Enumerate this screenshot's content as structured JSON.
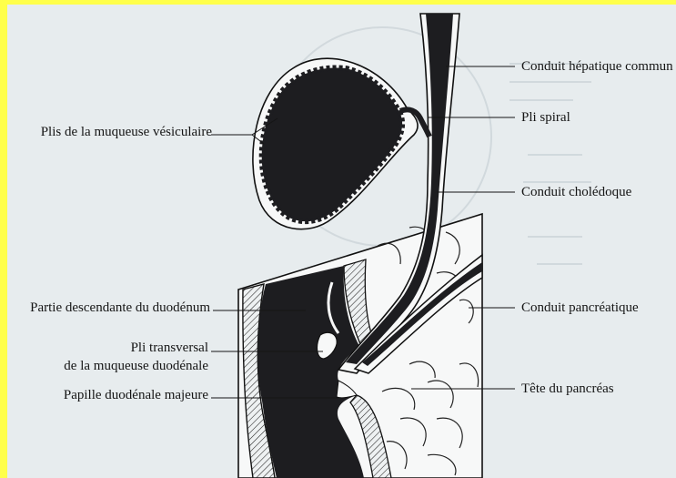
{
  "labels": {
    "gallbladder_folds": "Plis de la muqueuse vésiculaire",
    "common_hepatic_duct": "Conduit hépatique commun",
    "spiral_fold": "Pli spiral",
    "bile_duct": "Conduit cholédoque",
    "descending_duodenum": "Partie descendante du duodénum",
    "transverse_fold_line1": "Pli transversal",
    "transverse_fold_line2": "de la muqueuse duodénale",
    "major_papilla": "Papille duodénale majeure",
    "pancreatic_duct": "Conduit pancréatique",
    "pancreas_head": "Tête du pancréas"
  },
  "colors": {
    "frame": "#ffff4a",
    "paper": "#e7ecee",
    "ink": "#151515",
    "lumen": "#1d1d20"
  }
}
